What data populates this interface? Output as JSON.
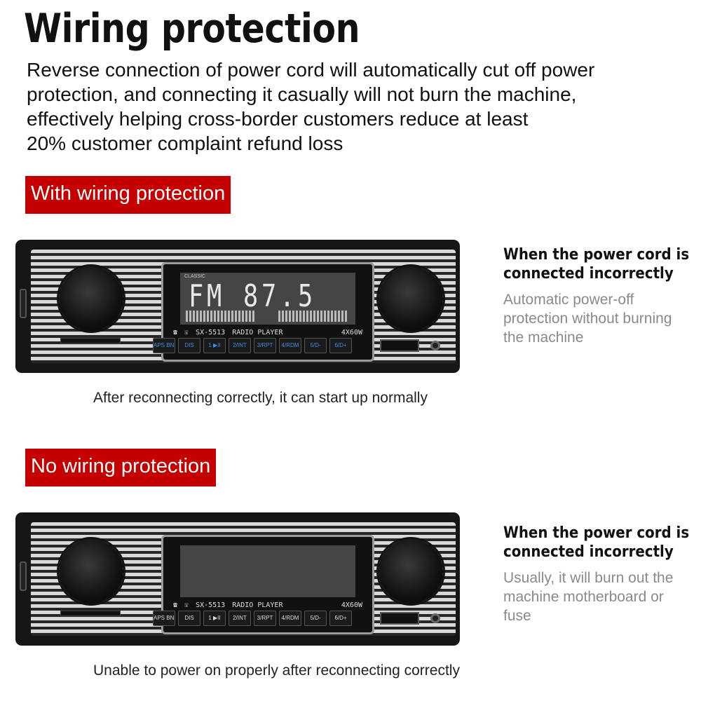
{
  "title": "Wiring protection",
  "intro": [
    "Reverse connection of power cord will automatically cut off power",
    "protection, and connecting it casually will not burn the machine,",
    "effectively helping cross-border customers reduce at least",
    "20% customer complaint refund loss"
  ],
  "sections": [
    {
      "tag": "With wiring protection",
      "caption": "After reconnecting correctly, it can start up normally",
      "side_title_1": "When the power cord is",
      "side_title_2": "connected incorrectly",
      "side_body": "Automatic power-off protection without burning the machine",
      "display_text": "FM  87.5",
      "display_small": "CLASSIC"
    },
    {
      "tag": "No wiring protection",
      "caption": "Unable to power on properly after reconnecting correctly",
      "side_title_1": "When the power cord is",
      "side_title_2": "connected incorrectly",
      "side_body": "Usually, it will burn out the machine motherboard or fuse",
      "display_text": "",
      "display_small": ""
    }
  ],
  "radio": {
    "model": "SX-5513",
    "label": "RADIO PLAYER",
    "power": "4X60W",
    "call_icon": "phone-answer-icon",
    "hangup_icon": "phone-hangup-icon",
    "buttons": [
      "APS BND",
      "DIS",
      "1 ▶II",
      "2/INT",
      "3/RPT",
      "4/RDM",
      "5/D-",
      "6/D+"
    ]
  },
  "colors": {
    "tag_bg": "#c40000",
    "button_blue": "#3a8fe8",
    "muted_text": "#8a8a8a"
  }
}
